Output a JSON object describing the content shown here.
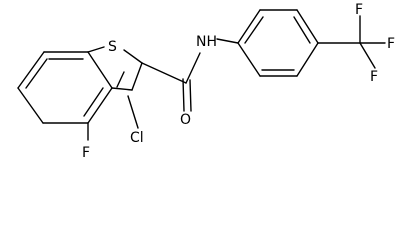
{
  "molecule": {
    "atoms": {
      "sulfur": "S",
      "amide_nitrogen": "NH",
      "carbonyl_oxygen": "O",
      "ring_fluorine": "F",
      "chlorine": "Cl",
      "cf3_fluorine_1": "F",
      "cf3_fluorine_2": "F",
      "cf3_fluorine_3": "F"
    }
  }
}
